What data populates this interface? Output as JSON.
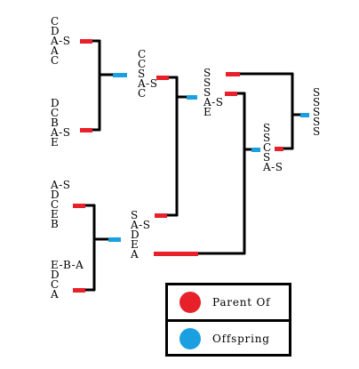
{
  "colors": {
    "parent": "#e8202a",
    "offspring": "#1aa0e0",
    "line": "#000000"
  },
  "nodes": {
    "n1": [
      "C",
      "D",
      "A-S",
      "A",
      "C"
    ],
    "n2": [
      "D",
      "C",
      "B",
      "A-S",
      "E"
    ],
    "n3": [
      "C",
      "C",
      "S",
      "A-S",
      "C"
    ],
    "n4": [
      "S",
      "S",
      "S",
      "A-S",
      "E"
    ],
    "n5": [
      "S",
      "S",
      "C",
      "S",
      "A-S"
    ],
    "n6": [
      "S",
      "S",
      "S",
      "S",
      "S"
    ],
    "n7": [
      "A-S",
      "D",
      "C",
      "E",
      "B"
    ],
    "n8": [
      "E-B-A",
      "D",
      "C",
      "A"
    ],
    "n9": [
      "S",
      "A-S",
      "D",
      "E",
      "A"
    ]
  },
  "legend": {
    "parent_label": "Parent Of",
    "offspring_label": "Offspring"
  }
}
